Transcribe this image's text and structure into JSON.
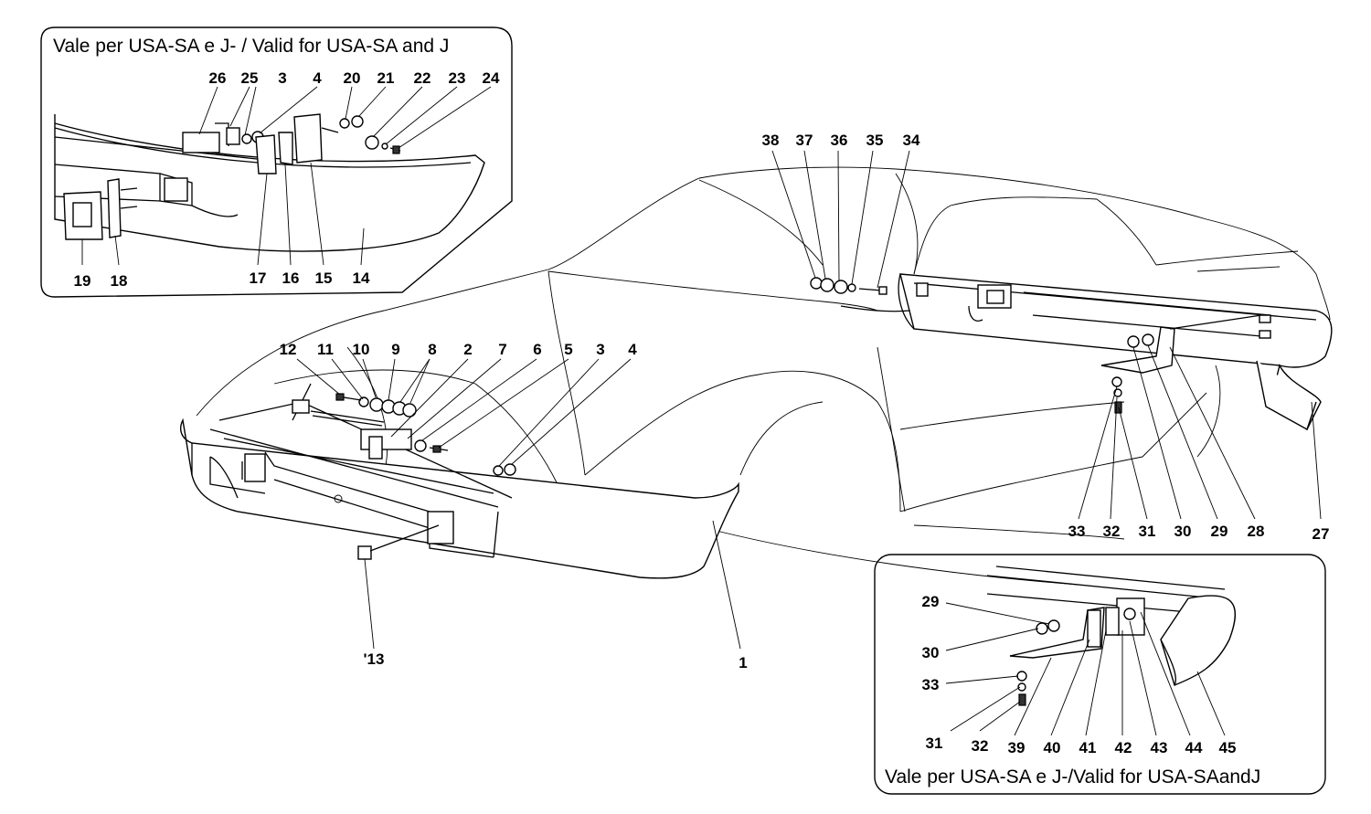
{
  "insets": {
    "top_left_caption": "Vale per USA-SA e J- / Valid for USA-SA and J",
    "bottom_right_caption": "Vale per USA-SA e J-/Valid for USA-SAandJ"
  },
  "labels": {
    "l26": "26",
    "l25": "25",
    "l3a": "3",
    "l4a": "4",
    "l20": "20",
    "l21": "21",
    "l22": "22",
    "l23": "23",
    "l24": "24",
    "l19": "19",
    "l18": "18",
    "l17": "17",
    "l16": "16",
    "l15": "15",
    "l14": "14",
    "l38": "38",
    "l37": "37",
    "l36": "36",
    "l35": "35",
    "l34": "34",
    "l12": "12",
    "l11": "11",
    "l10": "10",
    "l9": "9",
    "l8": "8",
    "l2": "2",
    "l7": "7",
    "l6": "6",
    "l5": "5",
    "l3b": "3",
    "l4b": "4",
    "l13": "'13",
    "l1": "1",
    "l33a": "33",
    "l32a": "32",
    "l31a": "31",
    "l30a": "30",
    "l29a": "29",
    "l28": "28",
    "l27": "27",
    "l29b": "29",
    "l30b": "30",
    "l33b": "33",
    "l31b": "31",
    "l32b": "32",
    "l39": "39",
    "l40": "40",
    "l41": "41",
    "l42": "42",
    "l43": "43",
    "l44": "44",
    "l45": "45"
  }
}
